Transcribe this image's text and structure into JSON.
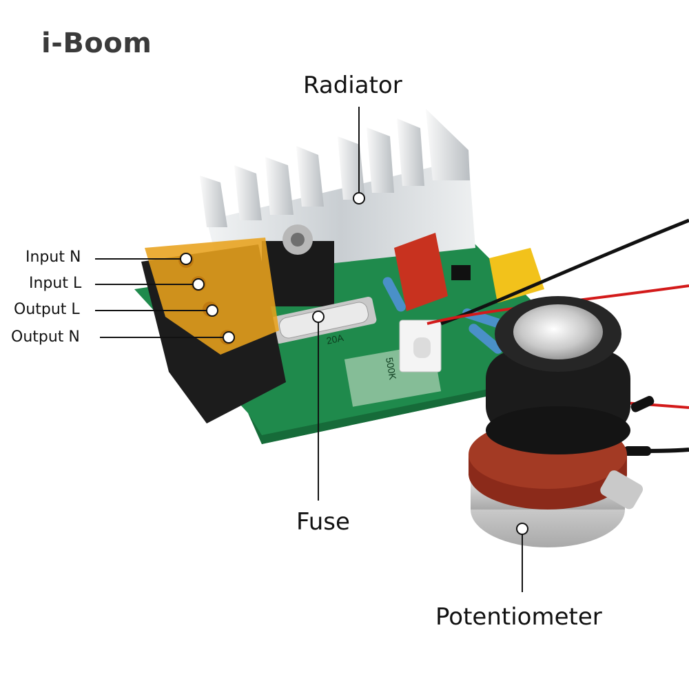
{
  "brand": {
    "name": "i-Boom",
    "accent": "#f39a1e"
  },
  "components": {
    "radiator": "Radiator",
    "fuse": "Fuse",
    "potentiometer": "Potentiometer"
  },
  "terminals": {
    "input_n": "Input N",
    "input_l": "Input L",
    "output_l": "Output L",
    "output_n": "Output N"
  },
  "markings": {
    "fuse_rating": "20A",
    "pcb_label": "500K"
  },
  "colors": {
    "pcb": "#1f8a4c",
    "terminal_cover": "#e8a21c",
    "heatsink": "#d9dde0",
    "capacitor_red": "#c8321f",
    "capacitor_yellow": "#f2c21b",
    "knob": "#1b1b1b",
    "pot_body": "#8b2a1a"
  }
}
